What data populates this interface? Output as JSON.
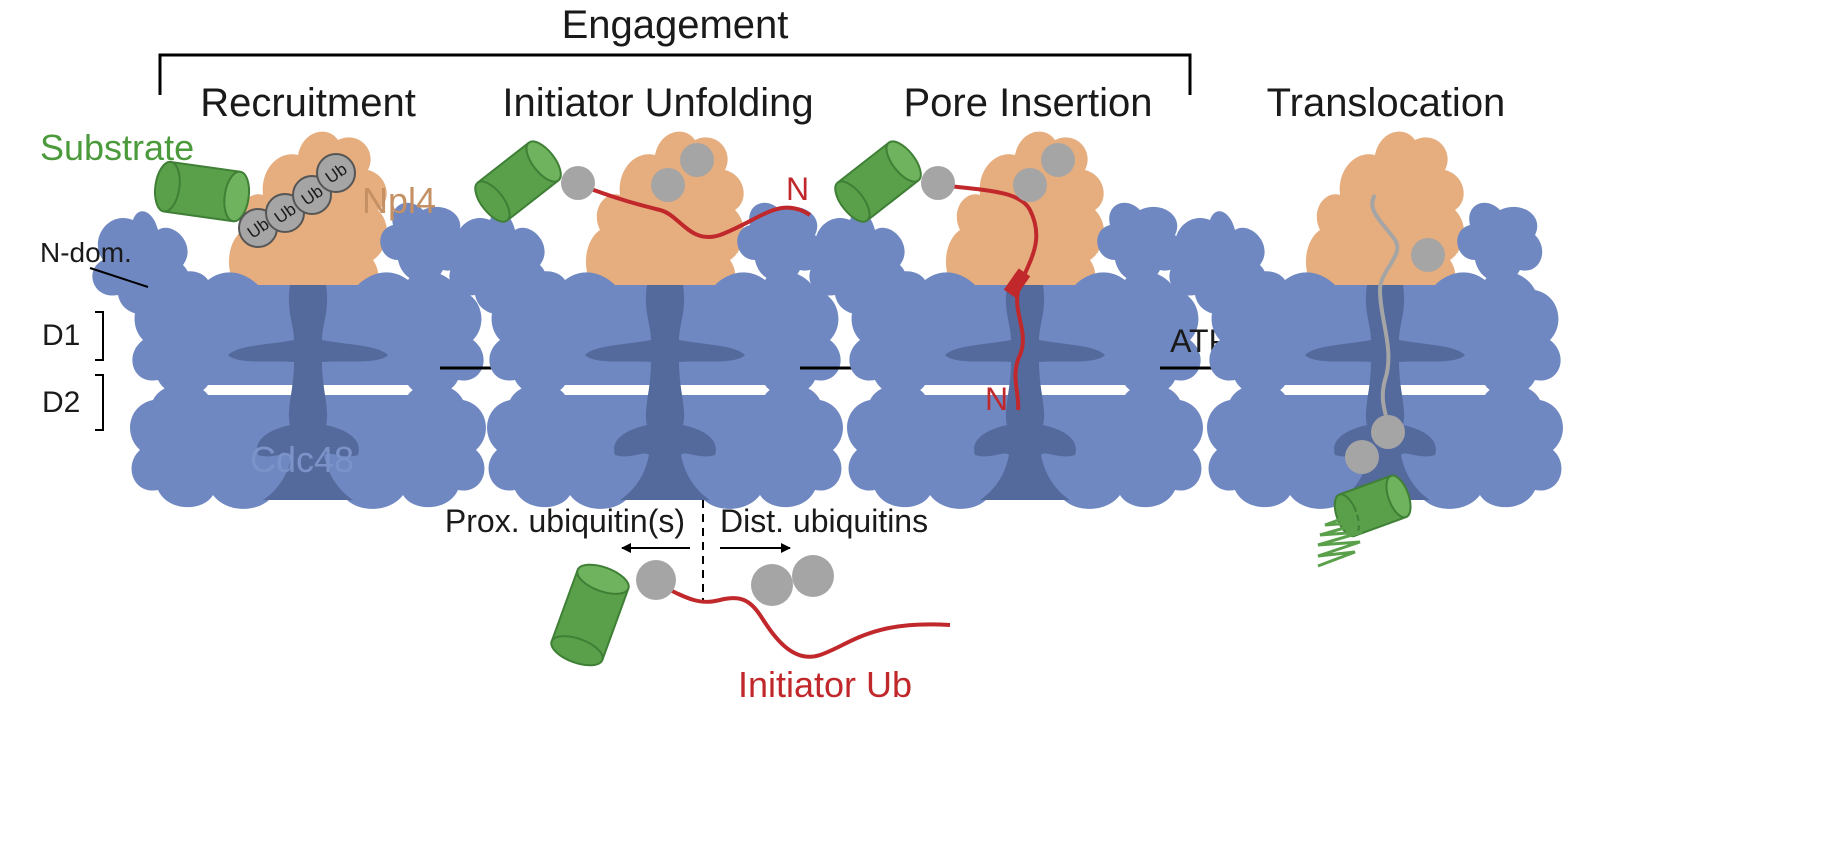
{
  "header": {
    "title": "Engagement"
  },
  "stages": [
    {
      "label": "Recruitment"
    },
    {
      "label": "Initiator Unfolding"
    },
    {
      "label": "Pore Insertion"
    },
    {
      "label": "Translocation"
    }
  ],
  "labels": {
    "substrate": "Substrate",
    "npl4": "Npl4",
    "n_domain": "N-dom.",
    "d1": "D1",
    "d2": "D2",
    "cdc48": "Cdc48",
    "ub": "Ub",
    "n_terminus": "N",
    "atp": "ATP",
    "proximal": "Prox. ubiquitin(s)",
    "distal": "Dist. ubiquitins",
    "initiator": "Initiator Ub"
  },
  "colors": {
    "cdc48": "#6f88c2",
    "cdc48_pore": "#546a9c",
    "npl4": "#e6ad7e",
    "substrate": "#5aa04a",
    "substrate_dark": "#3f7f36",
    "ubiquitin": "#a5a5a5",
    "polypeptide": "#c0282c",
    "arrow": "#000000",
    "text": "#1a1a1a",
    "substrate_text": "#4b9a3c",
    "npl4_text": "#c49064",
    "cdc48_text": "#7c93c9",
    "initiator_text": "#c0282c"
  }
}
